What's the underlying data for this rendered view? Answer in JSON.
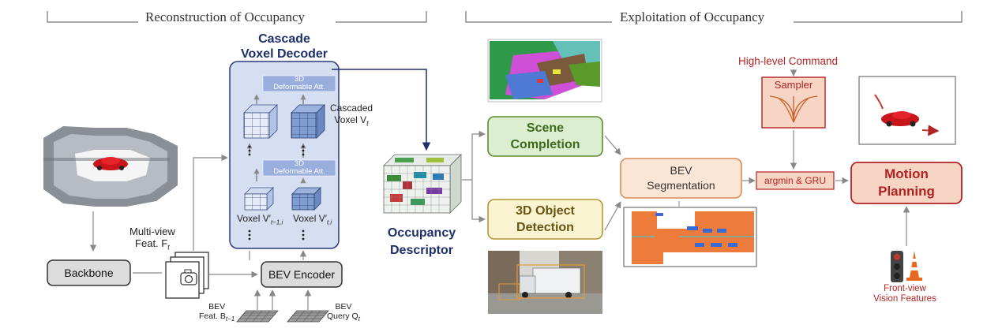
{
  "sections": {
    "reconstruction": "Reconstruction of Occupancy",
    "exploitation": "Exploitation of Occupancy"
  },
  "decoder": {
    "title_line1": "Cascade",
    "title_line2": "Voxel Decoder",
    "deform_top_1": "3D",
    "deform_top_2": "Deformable Att.",
    "deform_mid_1": "3D",
    "deform_mid_2": "Deformable Att.",
    "cascaded_1": "Cascaded",
    "cascaded_2": "Voxel V",
    "cascaded_sub": "t",
    "voxel_prev": "Voxel V′",
    "voxel_prev_sub": "t−1,i",
    "voxel_cur": "Voxel V′",
    "voxel_cur_sub": "t,i"
  },
  "left": {
    "backbone": "Backbone",
    "multiview_1": "Multi-view",
    "multiview_2": "Feat. F",
    "multiview_sub": "t",
    "bev_encoder": "BEV Encoder",
    "bev_feat_1": "BEV",
    "bev_feat_2": "Feat. B",
    "bev_feat_sub": "t−1",
    "bev_query_1": "BEV",
    "bev_query_2": "Query Q",
    "bev_query_sub": "t"
  },
  "occupancy": {
    "line1": "Occupancy",
    "line2": "Descriptor"
  },
  "tasks": {
    "scene_1": "Scene",
    "scene_2": "Completion",
    "det_1": "3D Object",
    "det_2": "Detection",
    "bev_seg_1": "BEV",
    "bev_seg_2": "Segmentation",
    "high_level": "High-level Command",
    "sampler": "Sampler",
    "argmin": "argmin & GRU",
    "motion_1": "Motion",
    "motion_2": "Planning",
    "front_1": "Front-view",
    "front_2": "Vision Features"
  },
  "colors": {
    "decoder_fill": "#d6def2",
    "decoder_stroke": "#2b3a7a",
    "green": "#5b8a2e",
    "yellow": "#b8962e",
    "orange": "#d98a55",
    "red": "#b22222"
  }
}
